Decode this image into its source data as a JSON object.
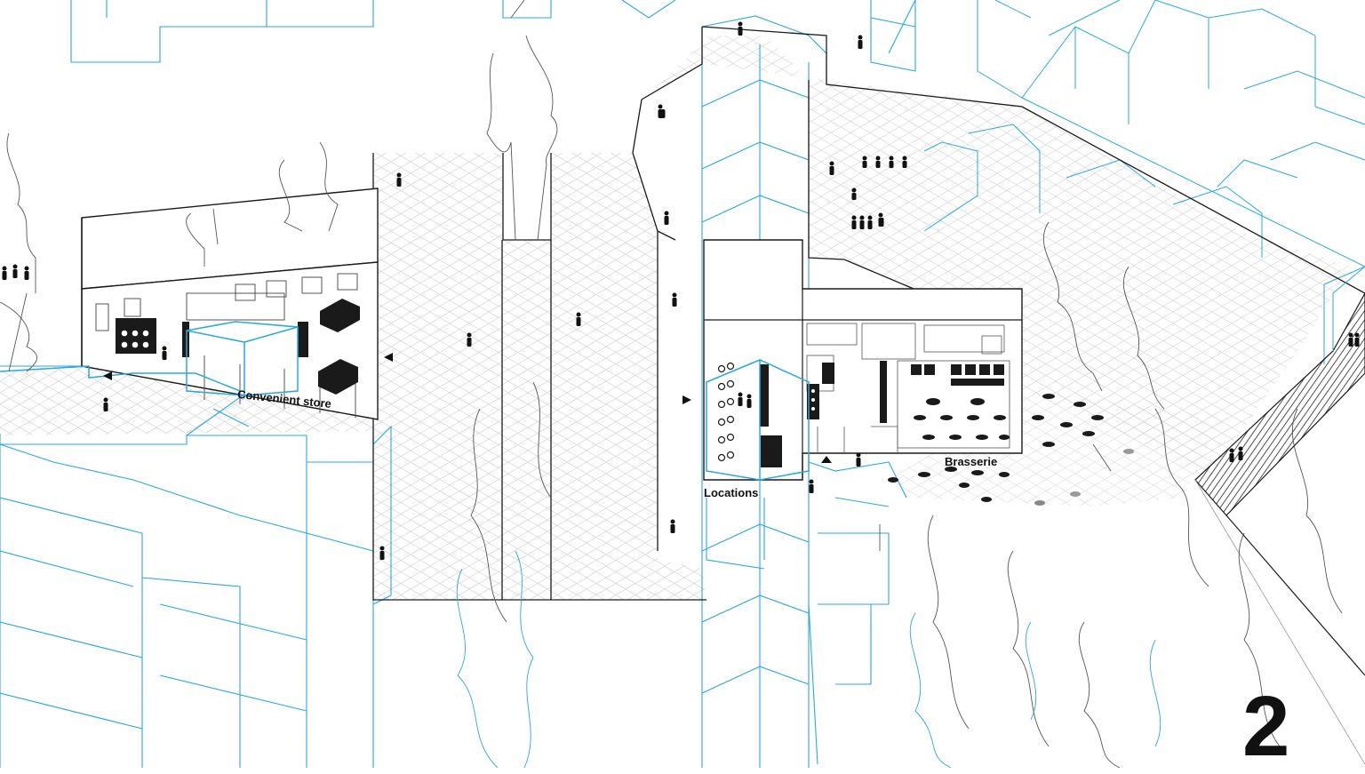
{
  "labels": {
    "convenient_store": "Convenient store",
    "locations": "Locations",
    "brasserie": "Brasserie"
  },
  "sheet_number": "2",
  "colors": {
    "blue": "#29a8dc",
    "black": "#1a1a1a",
    "grid": "#c9c9c9",
    "tree": "#555555"
  },
  "icons": {
    "people": "person-figure-icon",
    "trees": "tree-outline-icon",
    "arrows": "direction-arrow-icon",
    "tables": "cafe-table-icon",
    "bikes": "bicycle-icon"
  }
}
